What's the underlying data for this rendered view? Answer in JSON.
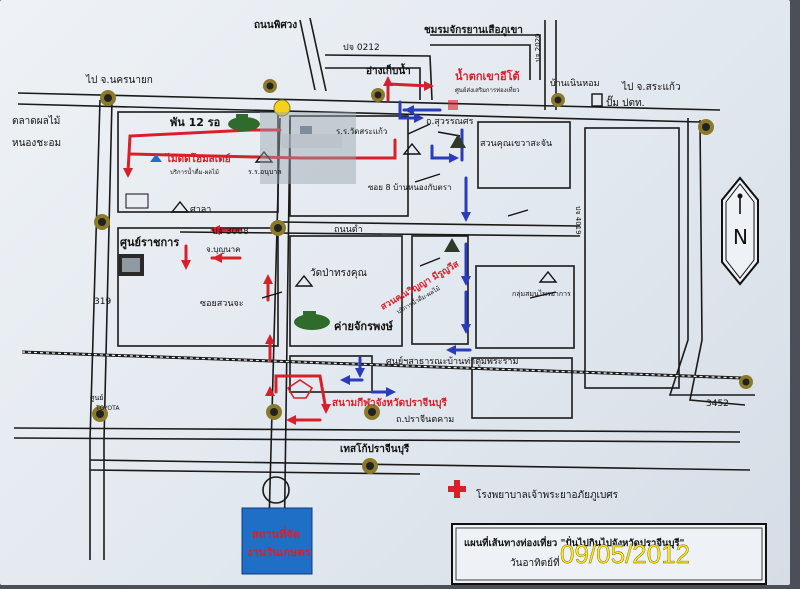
{
  "map": {
    "labels": {
      "top_road": "ถนนพิศวง",
      "club": "ชมรมจักรยานเสือภูเขา",
      "pj0212": "ปจ 0212",
      "pj2020": "ปจ 2020",
      "reservoir": "อ่างเก็บน้ำ",
      "waterfall": "น้ำตกเขาอีโต้",
      "waterfall_sub": "ศูนย์ส่งเสริมการท่องเที่ยว",
      "ban_noen_hom": "บ้านเนินหอม",
      "to_nakhon_nayok": "ไป จ.นครนายก",
      "to_sa_kaeo": "ไป จ.สระแก้ว",
      "ptt": "ปั๊ม ปตท.",
      "fruit_market_1": "ตลาดผลไม้",
      "fruit_market_2": "หนองชะอม",
      "regiment": "พัน 12 รอ",
      "wat_sa_kaeo": "ร.ร.วัดสระแก้ว",
      "school_2": "ร.ร.อนุบาล",
      "coffee_road": "ถ.สุวรรณศร",
      "park": "สวนคุณเขวาสะจัน",
      "soi_ban_nong": "ซอย 8 บ้านหนองกับตรา",
      "mai_dat": "ไม้ดัดโฮมสเตย์",
      "mai_dat_sub": "บริการน้ำดื่ม-ผลไม้",
      "sala": "ศาลา",
      "pj3008": "ปจ 3008",
      "thanon_khao": "ถนนตำ",
      "pj4019": "ปจ 4019",
      "govt_center": "ศูนย์ราชการ",
      "chor_bunyakhet": "จ.บุญนาค",
      "wat_pa": "วัดป่าทรงคุณ",
      "soi_suan": "ซอยสวนจะ",
      "camp": "ค่ายจักรพงษ์",
      "garden_2": "สวนคุณวิญญา มีรูญวีส",
      "garden_2_sub": "บริการน้ำดื่ม-ผลไม้",
      "organic": "กลุ่มสมุนไพรอาการ",
      "n319": "319",
      "center_pra": "ศูนย์ฯสาธารณะบ้านท่าตูมพระราม",
      "stadium": "สนามกีฬาจังหวัดปราจีนบุรี",
      "center_2": "ศูนย์",
      "toyota": "TOYOTA",
      "pracheen_road": "ถ.ปราจีนตคาม",
      "n3452": "3452",
      "tesco": "เทสโก้ปราจีนบุรี",
      "hospital": "โรงพยาบาลเจ้าพระยาอภัยภูเบศร",
      "venue_1": "สถานที่จัด",
      "venue_2": "งานวันเกษตร",
      "legend_title": "แผนที่เส้นทางท่องเที่ยว \"ปั่นไปกินไปจังหวัดปราจีนบุรี\"",
      "legend_date": "วันอาทิตย์ที่",
      "north": "N"
    },
    "date_stamp": "09/05/2012",
    "colors": {
      "route_red": "#d8202a",
      "route_blue": "#2a3cb8",
      "road": "#1a1a1a",
      "venue_box": "#1f6fc7",
      "stamp": "#ffe81a"
    }
  }
}
